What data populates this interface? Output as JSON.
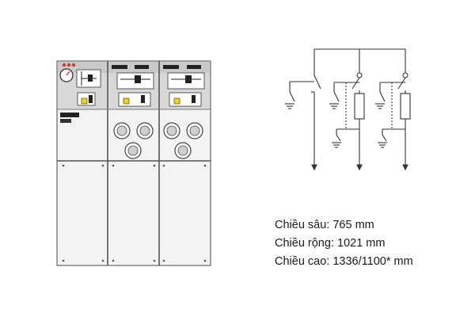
{
  "specs": [
    {
      "label": "Chiều sâu:",
      "value": "765 mm"
    },
    {
      "label": "Chiều rộng:",
      "value": "1021 mm"
    },
    {
      "label": "Chiều cao:",
      "value": "1336/1100* mm"
    }
  ],
  "colors": {
    "panel_fill": "#eeeeee",
    "panel_stroke": "#555555",
    "upper_bg": "#dcdcdc",
    "line": "#333333",
    "accent_yellow": "#f2d21a",
    "indicator_red": "#d43a2a"
  },
  "cabinet": {
    "bays": 3
  }
}
